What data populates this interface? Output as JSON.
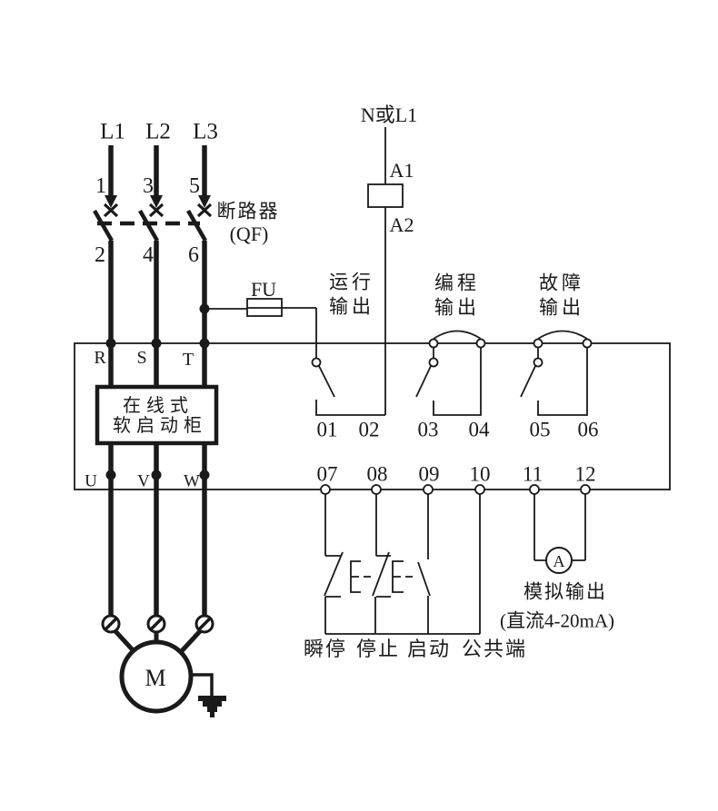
{
  "colors": {
    "ink": "#1a1a1a",
    "background": "#ffffff"
  },
  "power_input": {
    "phase_labels": [
      "L1",
      "L2",
      "L3"
    ],
    "breaker": {
      "name": "断路器",
      "code": "(QF)",
      "terminals_top": [
        "1",
        "3",
        "5"
      ],
      "terminals_bottom": [
        "2",
        "4",
        "6"
      ]
    }
  },
  "fuse": {
    "label": "FU"
  },
  "control_supply": {
    "source_label": "N或L1",
    "coil_terminal_top": "A1",
    "coil_terminal_bottom": "A2"
  },
  "cabinet": {
    "name_line1": "在线式",
    "name_line2": "软启动柜",
    "input_terminals": [
      "R",
      "S",
      "T"
    ],
    "output_terminals": [
      "U",
      "V",
      "W"
    ]
  },
  "relay_outputs": [
    {
      "name_line1": "运行",
      "name_line2": "输出",
      "terminal_left": "01",
      "terminal_right": "02"
    },
    {
      "name_line1": "编程",
      "name_line2": "输出",
      "terminal_left": "03",
      "terminal_right": "04"
    },
    {
      "name_line1": "故障",
      "name_line2": "输出",
      "terminal_left": "05",
      "terminal_right": "06"
    }
  ],
  "control_inputs": {
    "terminals": [
      "07",
      "08",
      "09",
      "10"
    ],
    "functions": [
      "瞬停",
      "停止",
      "启动",
      "公共端"
    ]
  },
  "analog_output": {
    "terminals": [
      "11",
      "12"
    ],
    "meter_label": "A",
    "caption_line1": "模拟输出",
    "caption_line2": "(直流4-20mA)"
  },
  "motor": {
    "label": "M"
  }
}
